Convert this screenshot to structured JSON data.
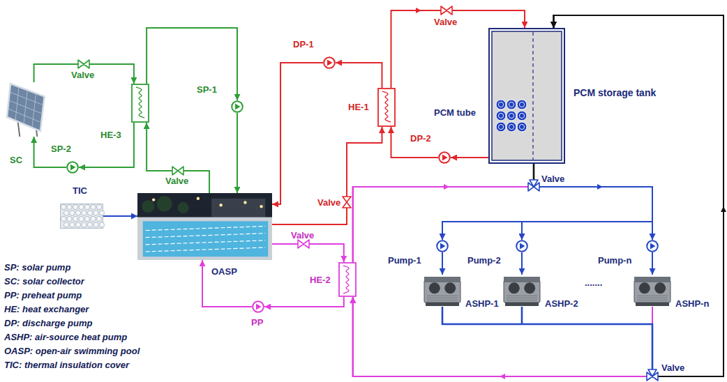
{
  "diagram": {
    "nodes": [
      {
        "text": [
          "SC"
        ]
      },
      {
        "text": [
          "SP-2"
        ]
      },
      {
        "text": [
          "HE-3"
        ]
      },
      {
        "text": [
          "SP-1"
        ]
      },
      {
        "text": [
          "OASP"
        ]
      },
      {
        "text": [
          "TIC"
        ]
      },
      {
        "text": [
          "DP-1"
        ]
      },
      {
        "text": [
          "HE-1"
        ]
      },
      {
        "text": [
          "DP-2"
        ]
      },
      {
        "text": [
          "PCM storage tank"
        ]
      },
      {
        "text": [
          "PCM tube"
        ],
        "in": 9
      },
      {
        "text": [
          "HE-2"
        ]
      },
      {
        "text": [
          "PP"
        ]
      },
      {
        "text": [
          "Pump-1"
        ]
      },
      {
        "text": [
          "Pump-2"
        ]
      },
      {
        "text": [
          "Pump-n"
        ]
      },
      {
        "text": [
          "ASHP-1"
        ]
      },
      {
        "text": [
          "ASHP-2"
        ]
      },
      {
        "text": [
          "ASHP-n"
        ]
      }
    ],
    "edges": [
      {
        "from": 0,
        "to": 2,
        "arrow": "to"
      },
      {
        "from": 2,
        "to": 1,
        "arrow": "to"
      },
      {
        "from": 1,
        "to": 0,
        "arrow": "to"
      },
      {
        "from": 4,
        "to": 2,
        "arrow": "to"
      },
      {
        "from": 2,
        "to": 3,
        "arrow": "to"
      },
      {
        "from": 3,
        "to": 4,
        "arrow": "to"
      },
      {
        "from": 5,
        "to": 4,
        "arrow": "to"
      },
      {
        "from": 4,
        "to": 7,
        "arrow": "to"
      },
      {
        "from": 7,
        "to": 6,
        "arrow": "to"
      },
      {
        "from": 6,
        "to": 4,
        "arrow": "to"
      },
      {
        "from": 7,
        "to": 9,
        "arrow": "to"
      },
      {
        "from": 9,
        "to": 8,
        "arrow": "to"
      },
      {
        "from": 8,
        "to": 7,
        "arrow": "to"
      },
      {
        "from": 4,
        "to": 11,
        "arrow": "to"
      },
      {
        "from": 11,
        "to": 12,
        "arrow": "to"
      },
      {
        "from": 12,
        "to": 4,
        "arrow": "to"
      },
      {
        "from": 9,
        "to": 13,
        "arrow": "to"
      },
      {
        "from": 9,
        "to": 14,
        "arrow": "to"
      },
      {
        "from": 9,
        "to": 15,
        "arrow": "to"
      },
      {
        "from": 11,
        "to": 13,
        "arrow": "to"
      },
      {
        "from": 11,
        "to": 14,
        "arrow": "to"
      },
      {
        "from": 11,
        "to": 15,
        "arrow": "to"
      },
      {
        "from": 13,
        "to": 16,
        "arrow": "to"
      },
      {
        "from": 14,
        "to": 17,
        "arrow": "to"
      },
      {
        "from": 15,
        "to": 18,
        "arrow": "to"
      },
      {
        "from": 16,
        "to": 9,
        "arrow": "to"
      },
      {
        "from": 17,
        "to": 9,
        "arrow": "to"
      },
      {
        "from": 18,
        "to": 9,
        "arrow": "to"
      },
      {
        "from": 16,
        "to": 11,
        "arrow": "to"
      },
      {
        "from": 17,
        "to": 11,
        "arrow": "to"
      },
      {
        "from": 18,
        "to": 11,
        "arrow": "to"
      }
    ],
    "labels": [
      "Valve",
      "Valve",
      "Valve",
      "Valve",
      "Valve",
      "Valve",
      ".......",
      "Valve"
    ],
    "legend": [
      {
        "text": "SP: solar pump"
      },
      {
        "text": "SC: solar collector"
      },
      {
        "text": "PP: preheat pump"
      },
      {
        "text": "HE: heat exchanger"
      },
      {
        "text": "DP: discharge pump"
      },
      {
        "text": "ASHP: air-source heat pump"
      },
      {
        "text": "OASP: open-air swimming pool"
      },
      {
        "text": "TIC: thermal insulation cover"
      }
    ]
  }
}
